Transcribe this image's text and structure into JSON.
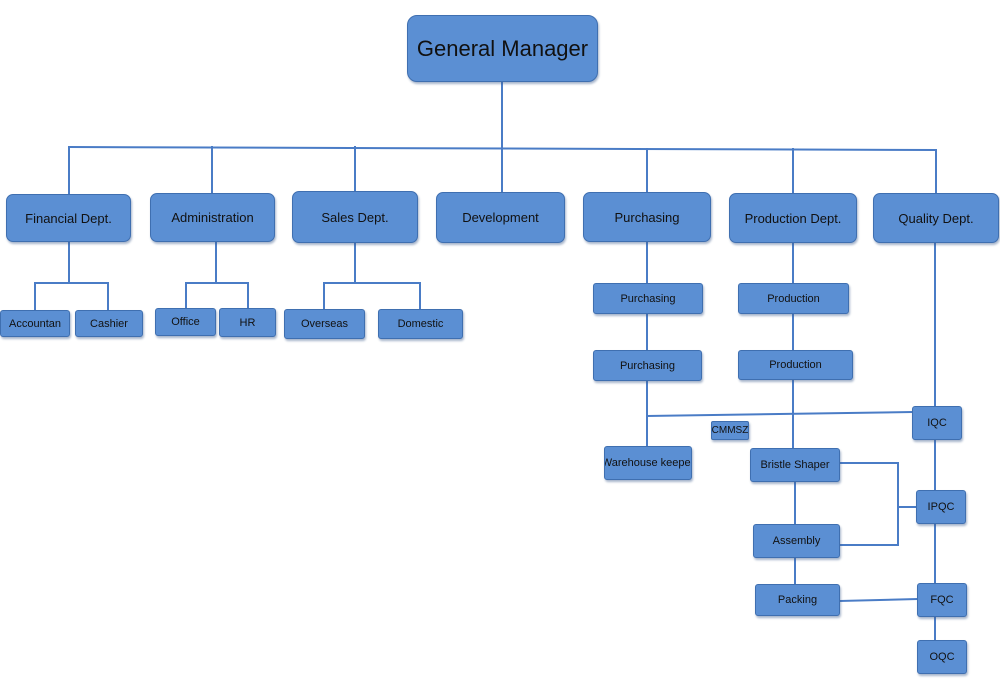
{
  "chart": {
    "root": "General Manager",
    "departments": [
      "Financial Dept.",
      "Administration",
      "Sales Dept.",
      "Development",
      "Purchasing",
      "Production Dept.",
      "Quality Dept."
    ],
    "financial_units": [
      "Accountan",
      "Cashier"
    ],
    "administration_units": [
      "Office",
      "HR"
    ],
    "sales_units": [
      "Overseas",
      "Domestic"
    ],
    "purchasing_units": [
      "Purchasing",
      "Purchasing",
      "Warehouse keeper"
    ],
    "production_units": [
      "Production",
      "Production",
      "Bristle Shaper",
      "Assembly",
      "Packing"
    ],
    "quality_units": [
      "IQC",
      "IPQC",
      "FQC",
      "OQC"
    ],
    "cmmsz_label": "CMMSZ"
  },
  "colors": {
    "box_fill": "#5b8fd3",
    "box_border": "#3f6fb0",
    "connector": "#4a7cc6",
    "text": "#111111"
  }
}
